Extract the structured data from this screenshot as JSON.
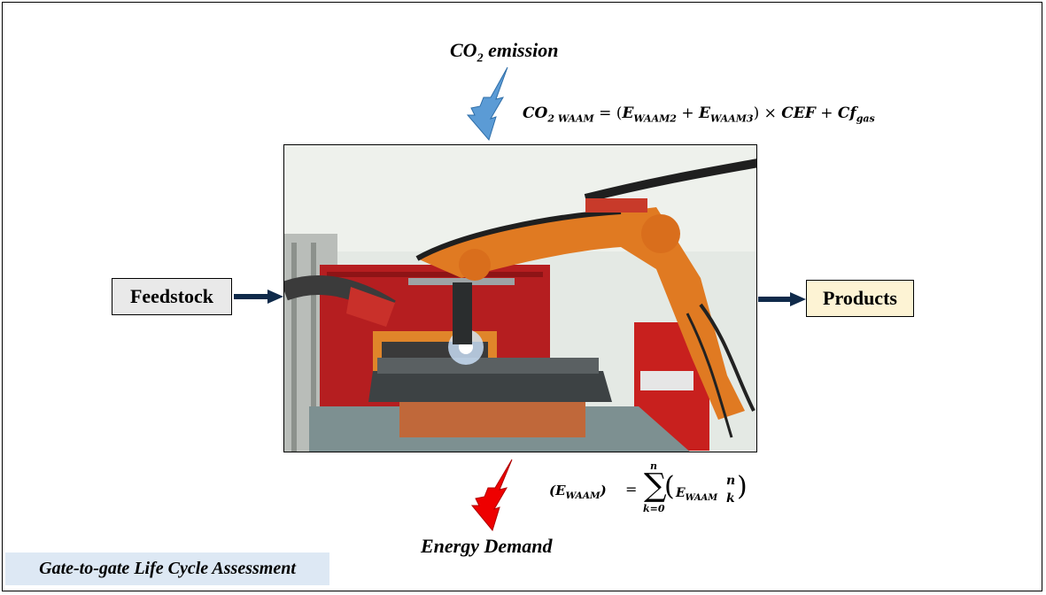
{
  "co2": {
    "title_main": "CO",
    "title_sub": "2",
    "title_rest": " emission",
    "formula": {
      "lhs": "CO",
      "lhs_sub": "2 WAAM",
      "eq": " = ",
      "open": "(",
      "e1": "E",
      "e1_sub": "WAAM2",
      "plus1": " + ",
      "e2": "E",
      "e2_sub": "WAAM3",
      "close": ")",
      "times": " × ",
      "cef": "CEF",
      "plus2": " + ",
      "cf": "Cf",
      "cf_sub": "gas"
    }
  },
  "process": {
    "input_label": "Feedstock",
    "output_label": "Products"
  },
  "energy": {
    "title": "Energy Demand",
    "formula": {
      "lhs_open": "(",
      "lhs_e": "E",
      "lhs_sub": "WAAM",
      "lhs_close": ")",
      "eq": "=",
      "sigma": "∑",
      "upper": "n",
      "lower": "k=0",
      "open": "(",
      "term_e": "E",
      "term_sub": "WAAM",
      "n": "n",
      "k": "k",
      "close": ")"
    }
  },
  "footer": {
    "label": "Gate-to-gate Life Cycle Assessment"
  },
  "colors": {
    "co2_bolt": "#5b9bd5",
    "energy_bolt": "#ee0000",
    "arrow": "#0f2a4a",
    "input_box": "#e9e9e9",
    "output_box": "#fdf3d4",
    "footer_bg": "#dde8f4"
  }
}
